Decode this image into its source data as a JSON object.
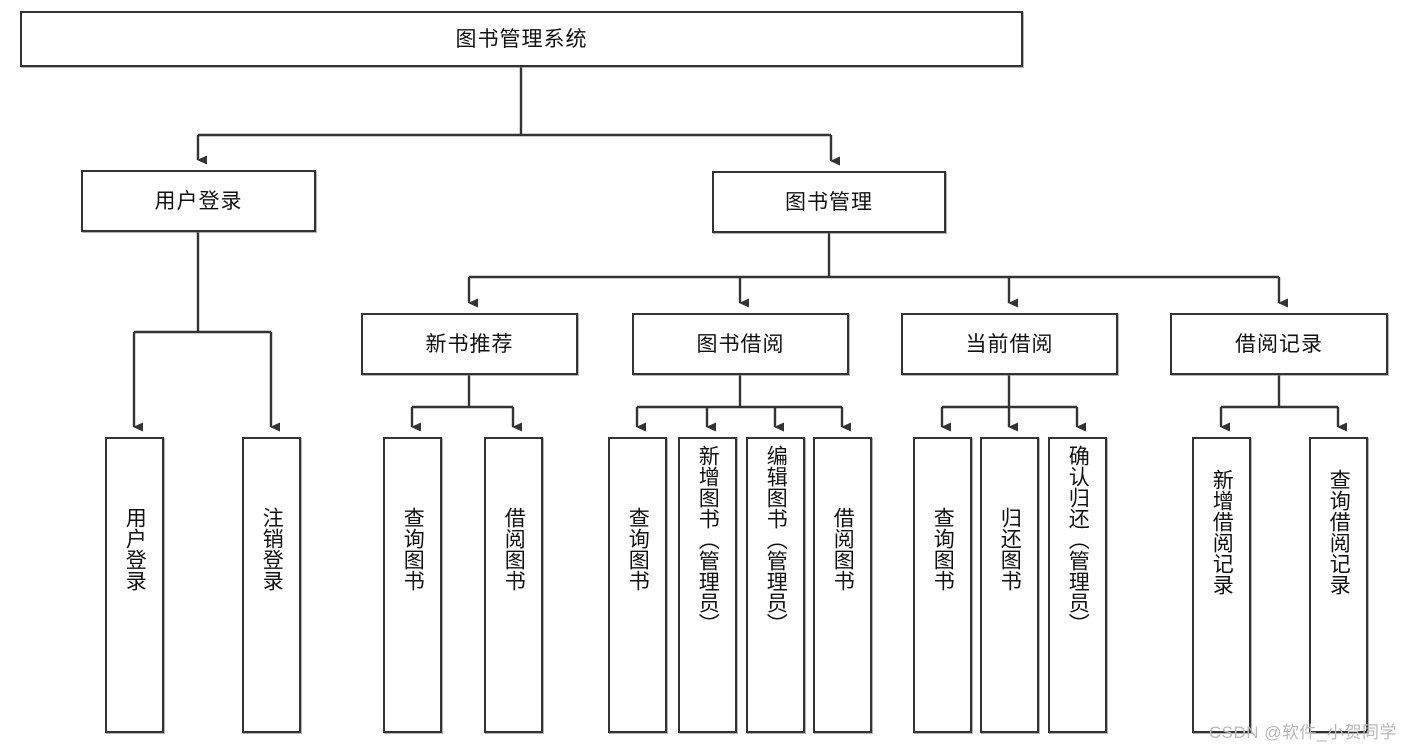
{
  "diagram": {
    "title": "图书管理系统",
    "type": "functional-structure-tree",
    "root": {
      "label": "图书管理系统"
    },
    "level1": [
      {
        "label": "用户登录"
      },
      {
        "label": "图书管理"
      }
    ],
    "level2": [
      {
        "label": "新书推荐"
      },
      {
        "label": "图书借阅"
      },
      {
        "label": "当前借阅"
      },
      {
        "label": "借阅记录"
      }
    ],
    "leaves": {
      "user_login": [
        {
          "label": "用户登录"
        },
        {
          "label": "注销登录"
        }
      ],
      "new_book_recommend": [
        {
          "label": "查询图书"
        },
        {
          "label": "借阅图书"
        }
      ],
      "book_borrow": [
        {
          "label": "查询图书"
        },
        {
          "label": "新增图书（管理员）"
        },
        {
          "label": "编辑图书（管理员）"
        },
        {
          "label": "借阅图书"
        }
      ],
      "current_borrow": [
        {
          "label": "查询图书"
        },
        {
          "label": "归还图书"
        },
        {
          "label": "确认归还（管理员）"
        }
      ],
      "borrow_record": [
        {
          "label": "新增借阅记录"
        },
        {
          "label": "查询借阅记录"
        }
      ]
    }
  },
  "watermark": {
    "text": "CSDN @软件_小贺同学"
  },
  "colors": {
    "stroke": "#333333",
    "fill": "#ffffff",
    "text": "#111111",
    "watermark": "#b9b9b9"
  }
}
